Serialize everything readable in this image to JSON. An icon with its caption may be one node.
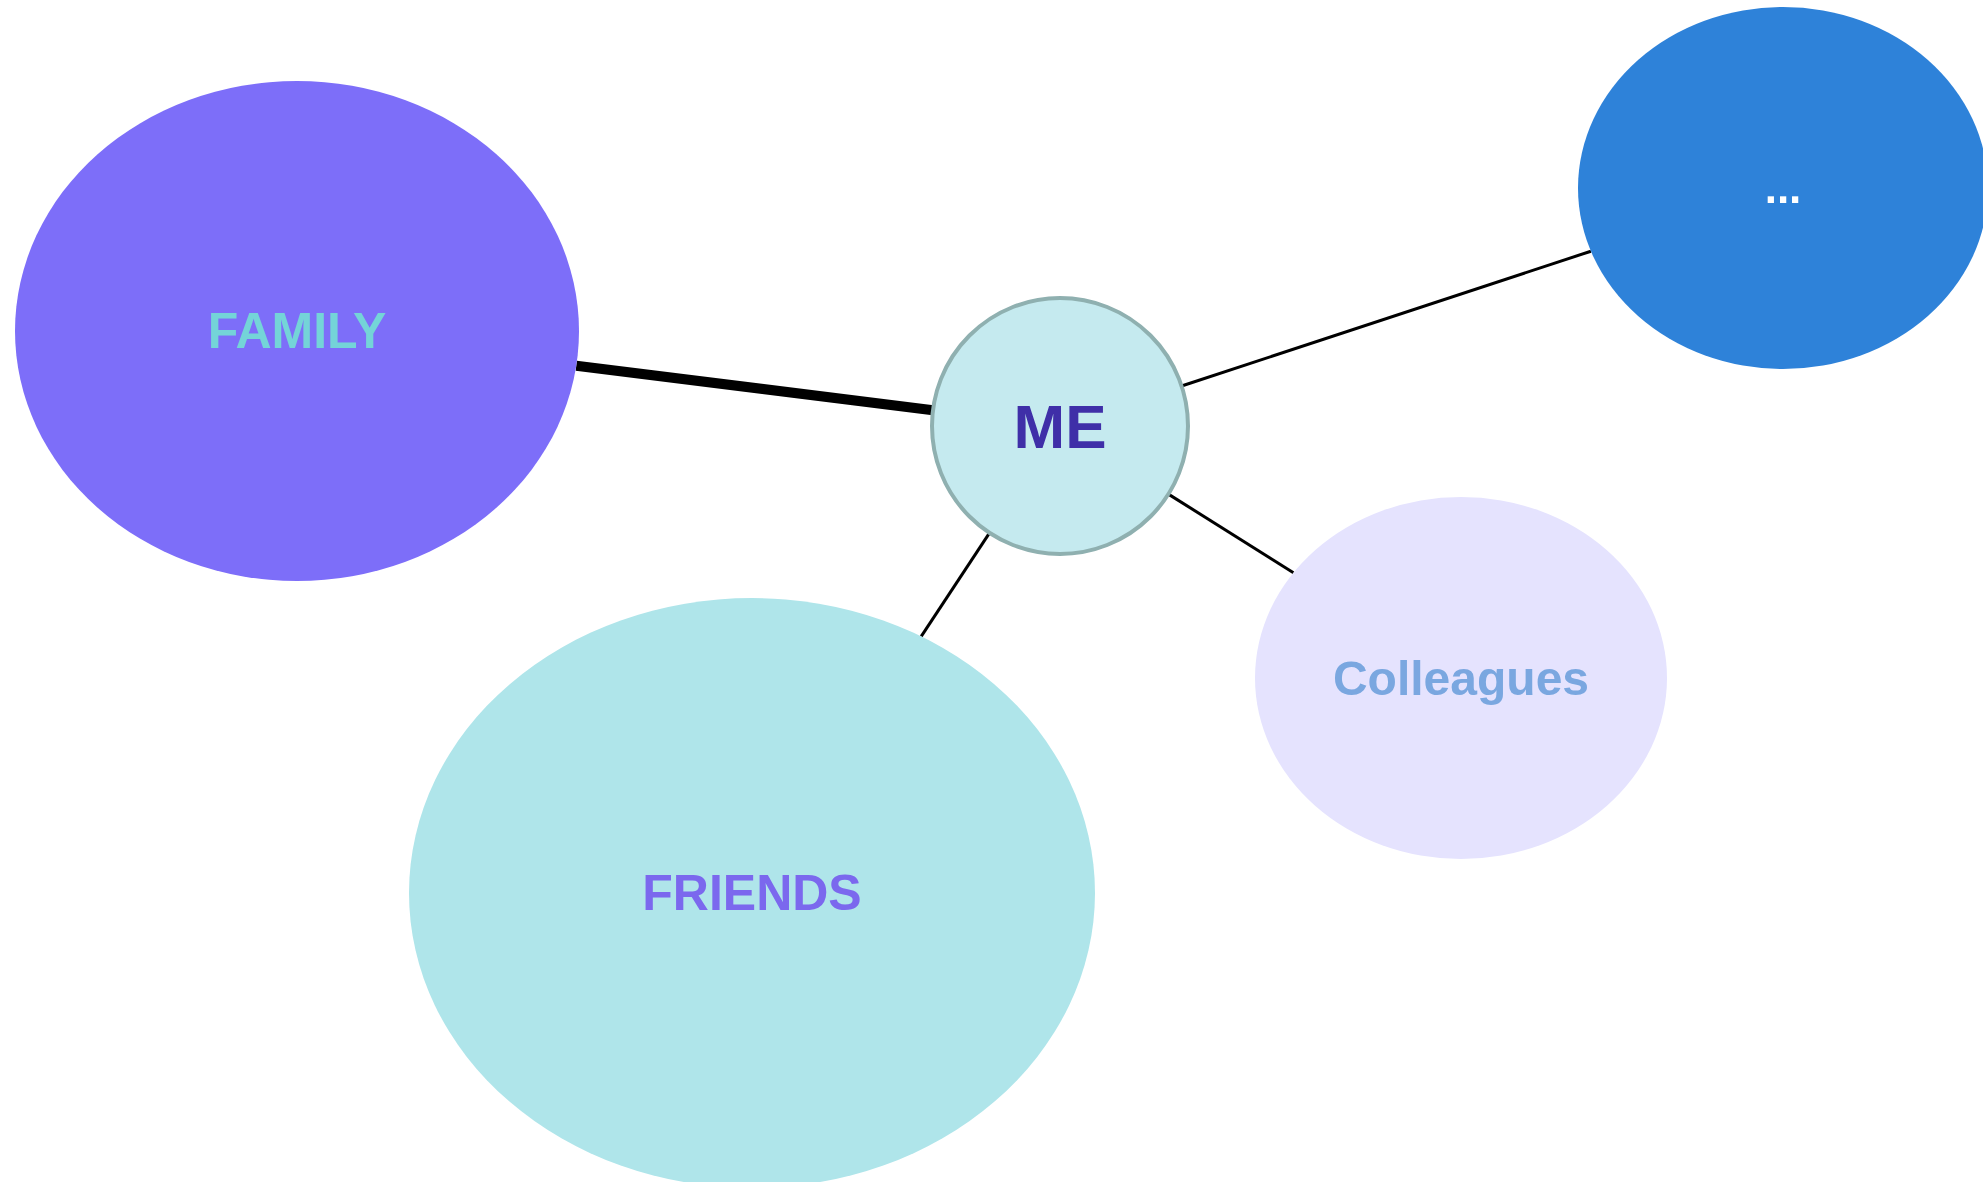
{
  "diagram": {
    "nodes": [
      {
        "text": [
          "FAMILY"
        ]
      },
      {
        "text": [
          "ME"
        ]
      },
      {
        "text": [
          "..."
        ]
      },
      {
        "text": [
          "Colleagues"
        ]
      },
      {
        "text": [
          "FRIENDS"
        ]
      }
    ],
    "edges": [
      {
        "from": 1,
        "to": 0,
        "arrow": "none",
        "style": "thick"
      },
      {
        "from": 1,
        "to": 2,
        "arrow": "none"
      },
      {
        "from": 1,
        "to": 3,
        "arrow": "none"
      },
      {
        "from": 1,
        "to": 4,
        "arrow": "none"
      }
    ]
  }
}
